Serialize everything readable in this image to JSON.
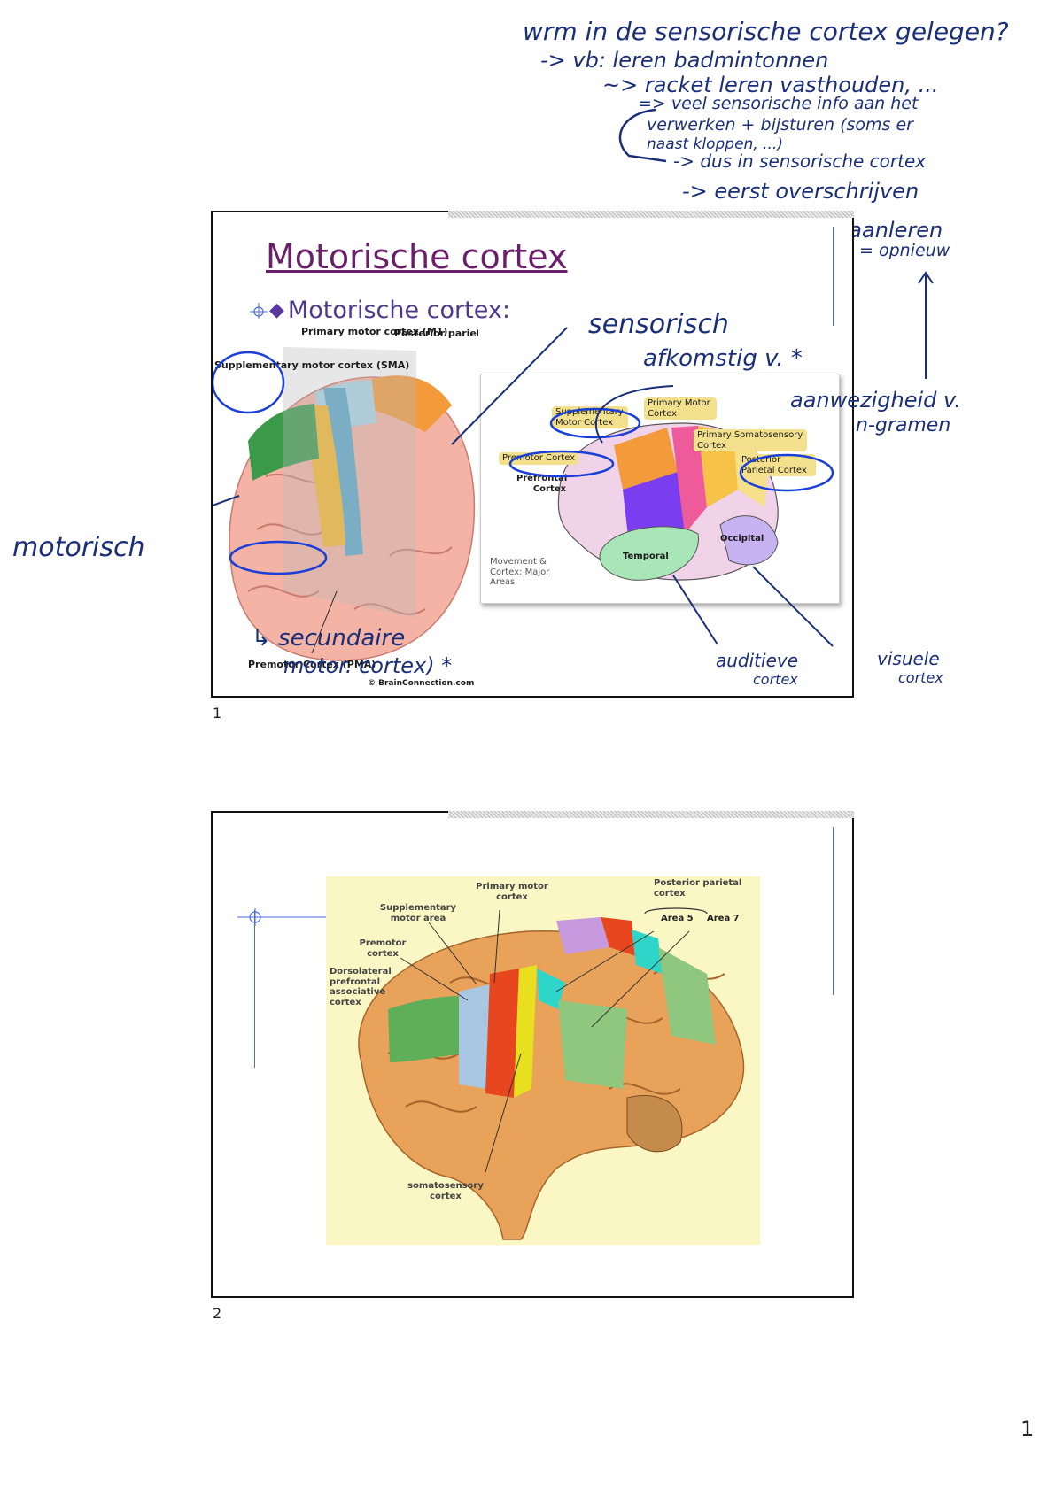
{
  "page_number": "1",
  "annotations_top": [
    "wrm in de sensorische cortex gelegen?",
    "-> vb: leren badmintonnen",
    "~> racket leren vasthouden, ...",
    "=> veel sensorische info aan het",
    "verwerken + bijsturen (soms er",
    "naast kloppen, ...)",
    "-> dus in sensorische cortex",
    "-> eerst overschrijven",
    "↳ bv: fout aanleren",
    "= opnieuw"
  ],
  "slide1": {
    "number": "1",
    "title": "Motorische cortex",
    "bullet": "Motorische cortex:",
    "left_figure": {
      "labels": {
        "m1": "Primary motor cortex (M1)",
        "ppc": "Posterior parietal cortex",
        "sma": "Supplementary motor cortex (SMA)",
        "pma": "Premotor Cortex (PMA)",
        "credit": "© BrainConnection.com"
      }
    },
    "right_figure": {
      "labels": {
        "sma": "Supplementary Motor Cortex",
        "m1": "Primary Motor Cortex",
        "s1": "Primary Somatosensory Cortex",
        "ppc": "Posterior Parietal Cortex",
        "pmc": "Premotor Cortex",
        "pfc": "Prefrontal Cortex",
        "temporal": "Temporal",
        "occipital": "Occipital",
        "caption": "Movement & Cortex: Major Areas"
      }
    },
    "annotations": {
      "sensorisch": "sensorisch",
      "afkomstig": "afkomstig v. *",
      "aanwezigheid1": "aanwezigheid v.",
      "aanwezigheid2": "n-gramen",
      "motorisch": "motorisch",
      "secundaire1": "↳ secundaire",
      "secundaire2": "motor. cortex) *",
      "auditieve1": "auditieve",
      "auditieve2": "cortex",
      "visuele1": "visuele",
      "visuele2": "cortex"
    }
  },
  "slide2": {
    "number": "2",
    "labels": {
      "m1": "Primary motor cortex",
      "ppc": "Posterior parietal cortex",
      "sma": "Supplementary motor area",
      "area5": "Area 5",
      "area7": "Area 7",
      "pmc": "Premotor cortex",
      "dlpfc": "Dorsolateral prefrontal associative cortex",
      "s1": "somatosensory cortex"
    }
  },
  "colors": {
    "ink": "#1a2f7a",
    "title": "#6b1f6b",
    "bullet": "#4b3a8f",
    "figure_bg": "#fbf7c4"
  }
}
